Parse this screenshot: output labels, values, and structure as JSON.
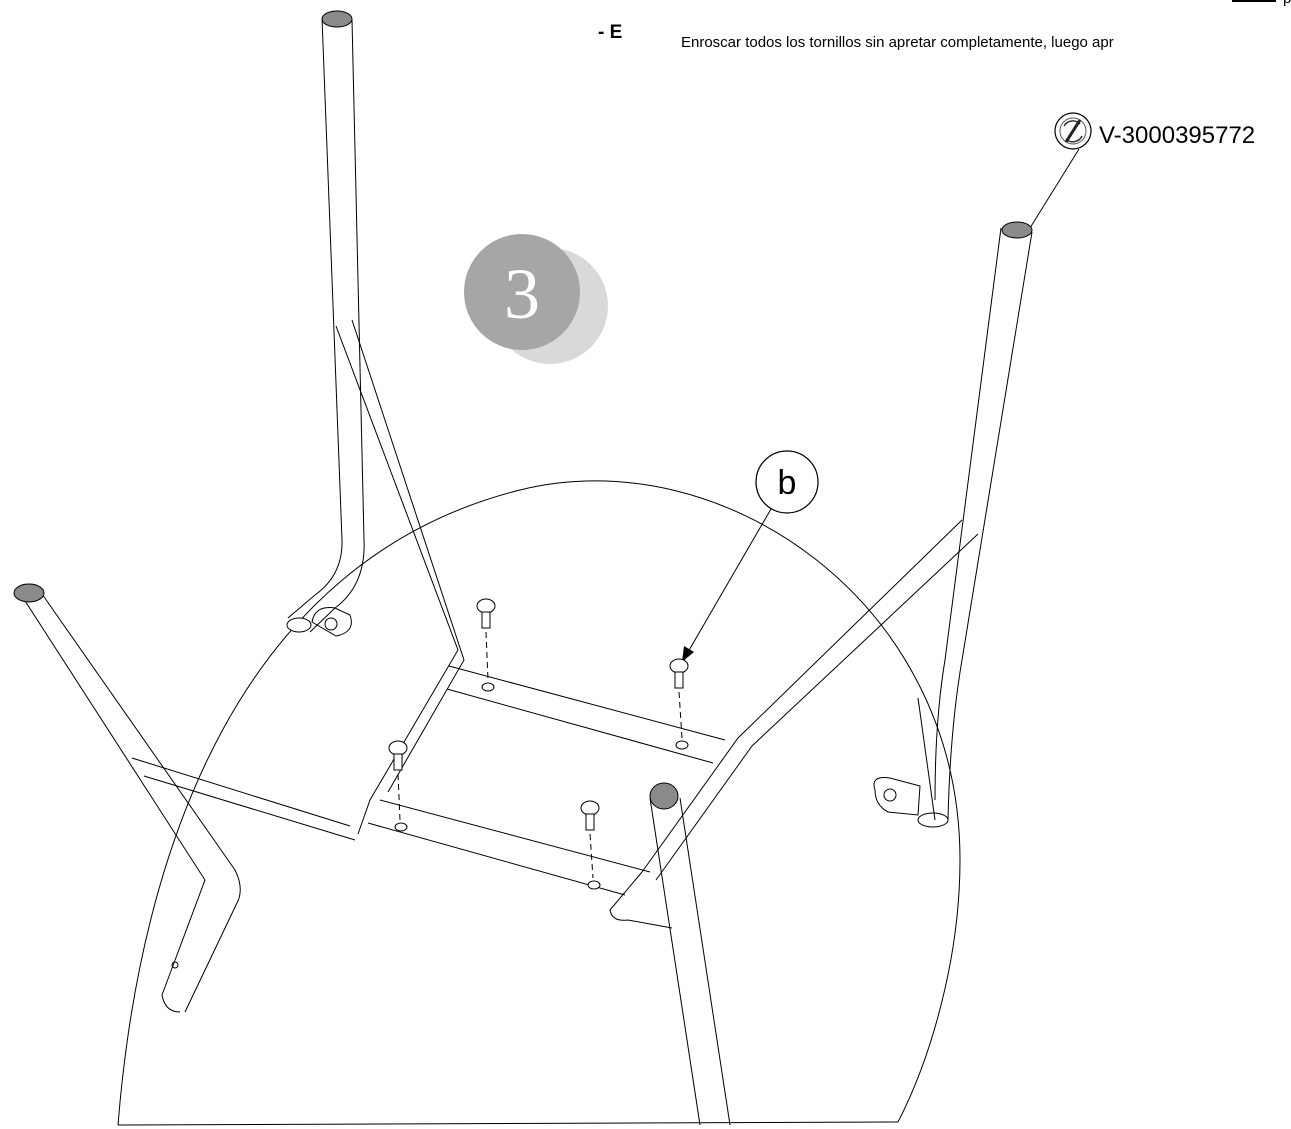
{
  "instructions": {
    "lang_marker": "- E",
    "text": "Enroscar todos los tornillos sin apretar completamente, luego apr",
    "clipped_top_text": "p"
  },
  "step": {
    "number": "3"
  },
  "part_labels": {
    "callout_letter": "b",
    "tool_code": "V-3000395772",
    "tool_icon": "rotate-screwdriver-icon"
  },
  "colors": {
    "line": "#000000",
    "step_dark": "#a6a6a6",
    "step_light": "#d9d9d9",
    "leg_cap": "#8a8a8a"
  }
}
